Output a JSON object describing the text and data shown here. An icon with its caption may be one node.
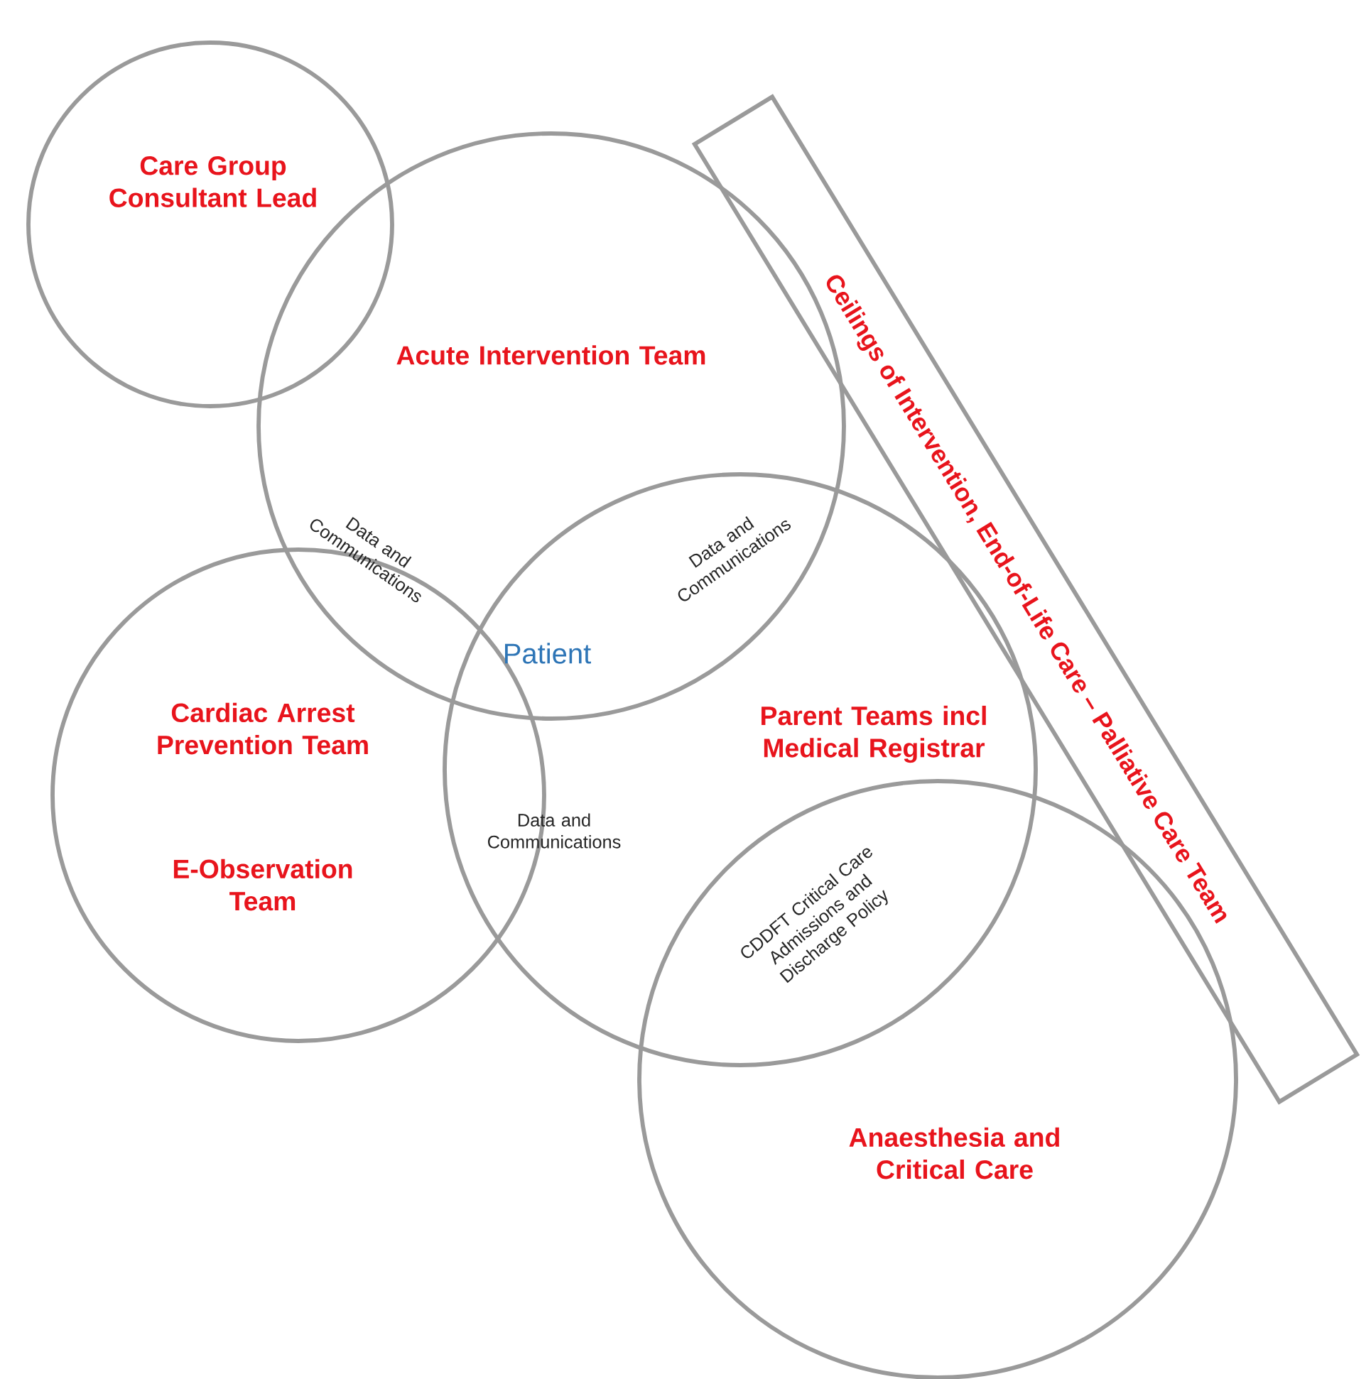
{
  "diagram": {
    "nodes": [
      {
        "text": [
          "Care Group Consultant Lead"
        ]
      },
      {
        "text": [
          "Ceilings of Intervention, End-of-Life Care – Palliative Care Team"
        ]
      },
      {
        "text": [
          "Acute Intervention Team"
        ]
      },
      {
        "text": [
          "Cardiac Arrest Prevention Team",
          "E-Observation Team"
        ]
      },
      {
        "text": [
          "Parent Teams incl Medical Registrar"
        ]
      },
      {
        "text": [
          "Anaesthesia and Critical Care"
        ]
      }
    ],
    "labels": [
      "Data and Communications",
      "Data and Communications",
      "Patient",
      "Data and Communications",
      "CDDFT Critical Care Admissions and Discharge Policy"
    ]
  }
}
